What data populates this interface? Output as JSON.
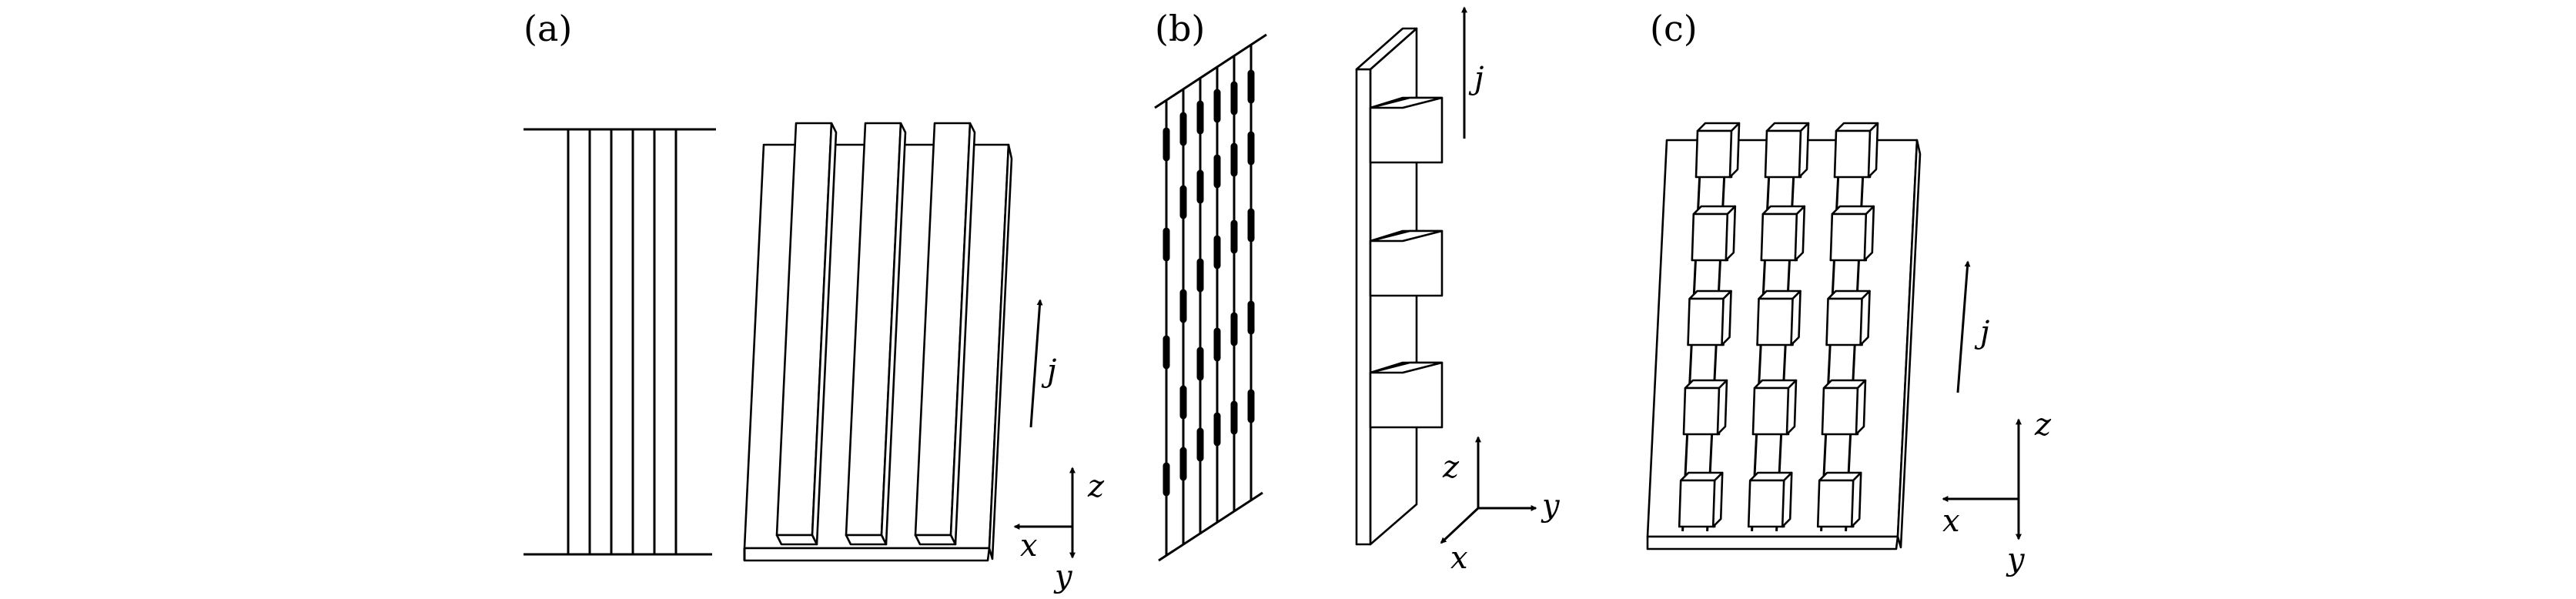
{
  "panels": [
    {
      "label": "(a)"
    },
    {
      "label": "(b)"
    },
    {
      "label": "(c)"
    }
  ],
  "axes": {
    "current": "j",
    "x": "x",
    "y": "y",
    "z": "z"
  }
}
